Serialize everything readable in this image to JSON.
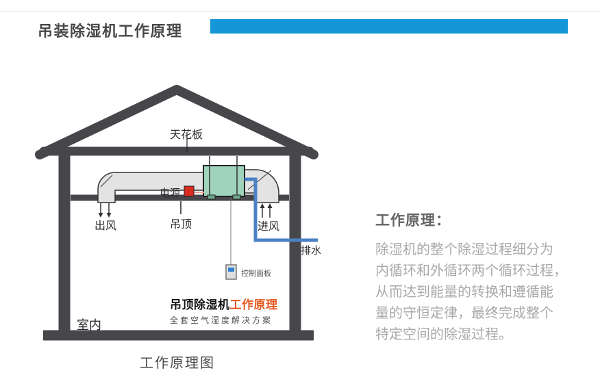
{
  "header": {
    "title": "吊装除湿机工作原理",
    "accent_color": "#1496d8"
  },
  "diagram": {
    "labels": {
      "ceiling": "天花板",
      "power": "电源",
      "air_out": "出风",
      "suspended_ceiling": "吊顶",
      "air_in": "进风",
      "drain": "排水",
      "control_panel": "控制面板",
      "indoor": "室内"
    },
    "brand": {
      "name": "吊顶除湿机",
      "highlight": "工作原理",
      "tagline": "全套空气湿度解决方案",
      "highlight_color": "#e4571e"
    },
    "caption": "工作原理图",
    "colors": {
      "structure": "#47474b",
      "duct": "#e3e3e3",
      "unit": "#9fd3bb",
      "drain_pipe": "#4a82c3",
      "power_box": "#d92b1e"
    }
  },
  "principle": {
    "heading": "工作原理：",
    "lines": [
      "除湿机的整个除湿过程细分为",
      "内循环和外循环两个循环过程，",
      "从而达到能量的转换和遵循能",
      "量的守恒定律，最终完成整个",
      "特定空间的除湿过程。"
    ]
  }
}
